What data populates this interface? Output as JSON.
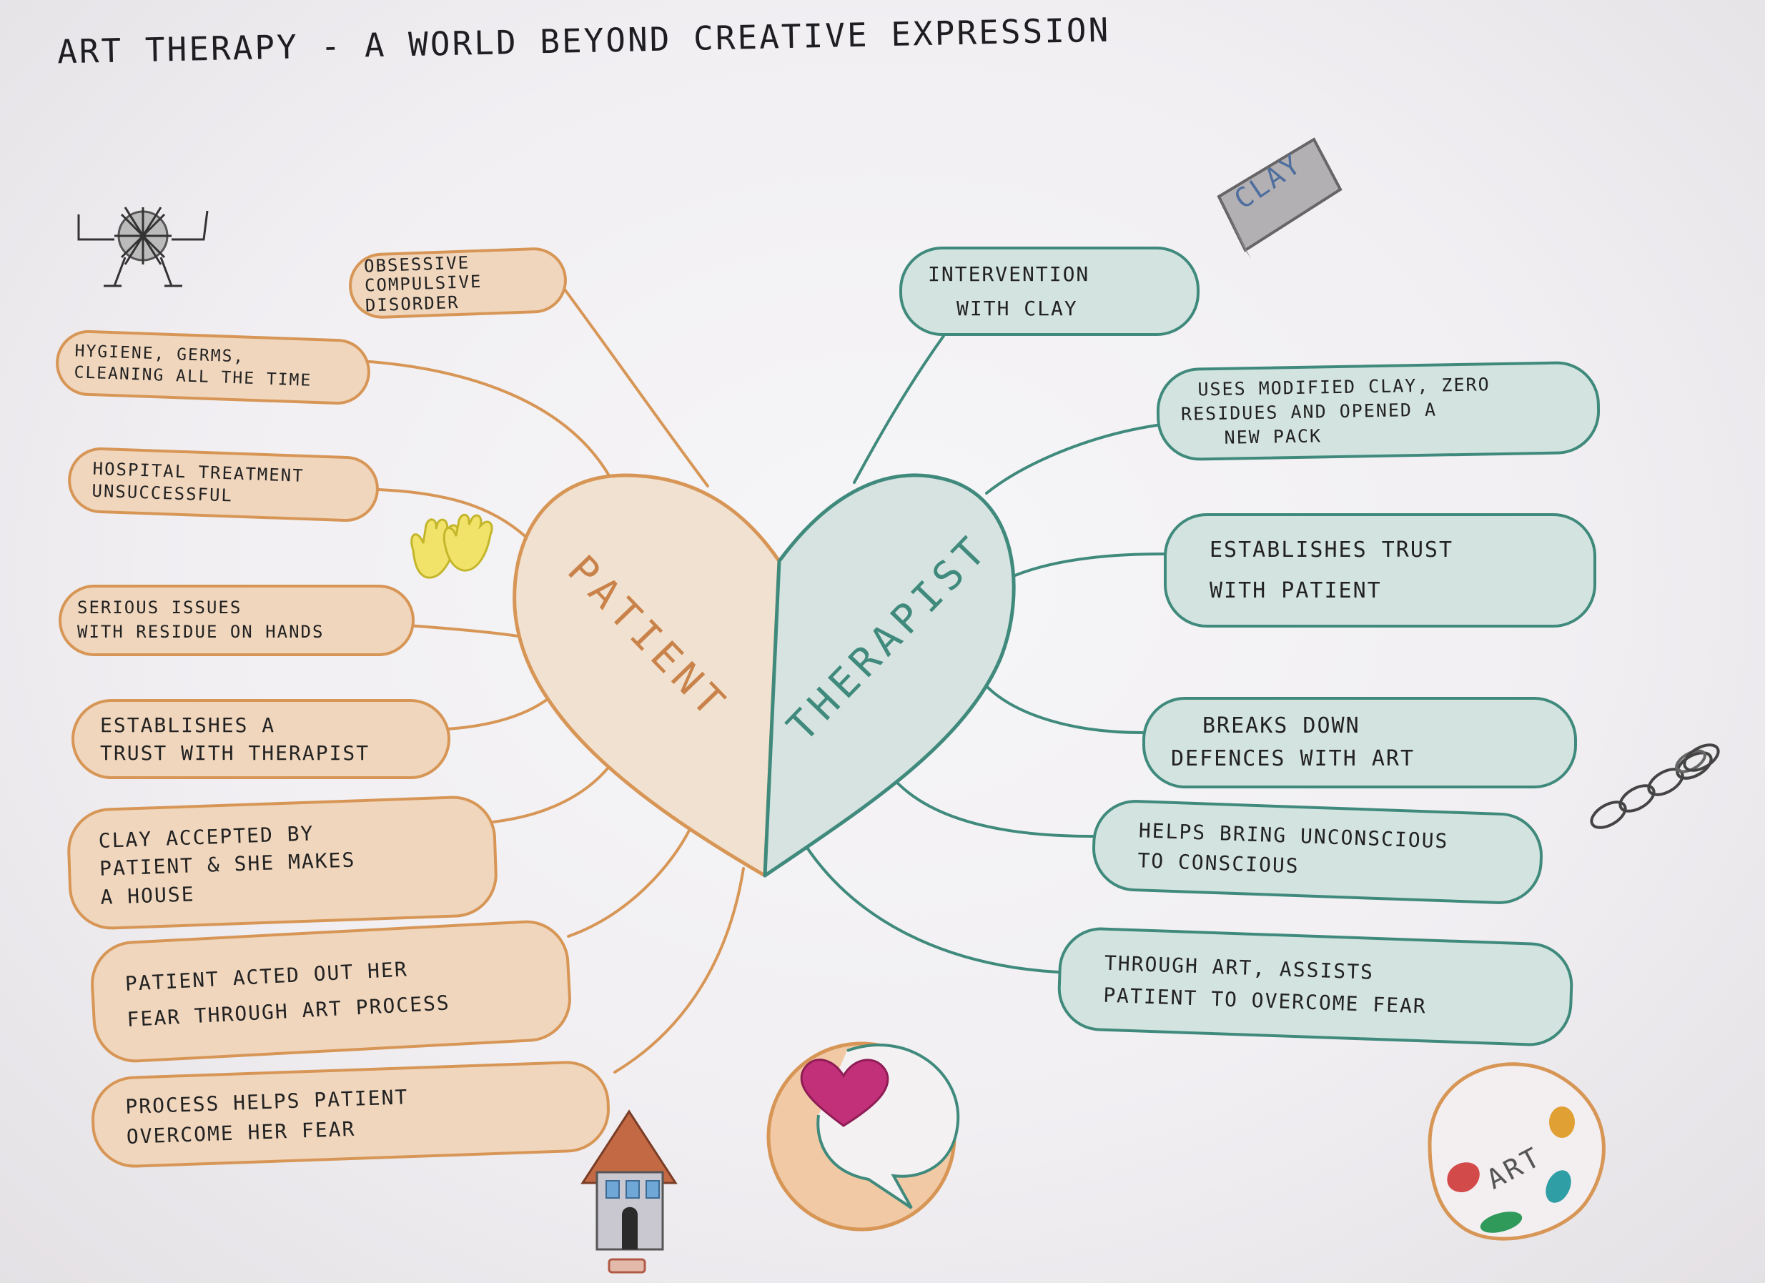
{
  "title": "Art Therapy - A world beyond creative expression",
  "center": {
    "left_heart": "Patient",
    "right_heart": "Therapist"
  },
  "patient_branches": [
    {
      "lines": [
        "Obsessive",
        "compulsive",
        "disorder"
      ]
    },
    {
      "lines": [
        "Hygiene, germs,",
        "cleaning all the time"
      ]
    },
    {
      "lines": [
        "Hospital treatment",
        "unsuccessful"
      ]
    },
    {
      "lines": [
        "Serious issues",
        "with residue on hands"
      ]
    },
    {
      "lines": [
        "Establishes a",
        "trust with therapist"
      ]
    },
    {
      "lines": [
        "Clay accepted by",
        "patient & she makes",
        "a house"
      ]
    },
    {
      "lines": [
        "Patient acted out her",
        "fear through art process"
      ]
    },
    {
      "lines": [
        "Process helps patient",
        "overcome her fear"
      ]
    }
  ],
  "therapist_branches": [
    {
      "lines": [
        "Intervention",
        "with clay"
      ]
    },
    {
      "lines": [
        "Uses modified clay, zero",
        "residues and opened a",
        "new pack"
      ]
    },
    {
      "lines": [
        "Establishes trust",
        "with patient"
      ]
    },
    {
      "lines": [
        "Breaks down",
        "defences with art"
      ]
    },
    {
      "lines": [
        "Helps bring unconscious",
        "to conscious"
      ]
    },
    {
      "lines": [
        "Through art, assists",
        "patient to overcome fear"
      ]
    }
  ],
  "doodles": {
    "clay_block_label": "Clay",
    "palette_label": "Art",
    "icons": [
      "scribble-creature-icon",
      "clay-block-icon",
      "hands-icon",
      "chain-icon",
      "house-icon",
      "speech-bubble-heart-icon",
      "art-palette-icon"
    ]
  },
  "colors": {
    "patient": "#d79656",
    "patient_fill": "#f0d6bd",
    "therapist": "#3f8a7c",
    "therapist_fill": "#d3e3df",
    "ink": "#1e1e22"
  }
}
